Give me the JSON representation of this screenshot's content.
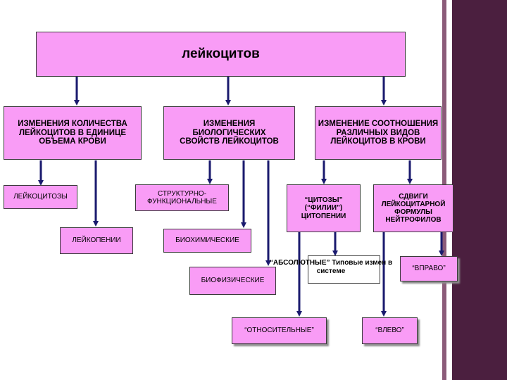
{
  "colors": {
    "box_fill": "#f99cf6",
    "arrow": "#1a1a6e",
    "stripe_dark": "#4b1f3f",
    "stripe_light": "#8b5b79"
  },
  "diagram": {
    "top": "лейкоцитов",
    "level1": {
      "quantity": "ИЗМЕНЕНИЯ КОЛИЧЕСТВА ЛЕЙКОЦИТОВ В ЕДИНИЦЕ ОБЪЕМА КРОВИ",
      "bio": "ИЗМЕНЕНИЯ БИОЛОГИЧЕСКИХ СВОЙСТВ ЛЕЙКОЦИТОВ",
      "ratio": "ИЗМЕНЕНИЕ СООТНОШЕНИЯ РАЗЛИЧНЫХ ВИДОВ ЛЕЙКОЦИТОВ В КРОВИ"
    },
    "leukocytosis": "ЛЕЙКОЦИТОЗЫ",
    "leukopenia": "ЛЕЙКОПЕНИИ",
    "structural": "СТРУКТУРНО-ФУНКЦИОНАЛЬНЫЕ",
    "biochemical": "БИОХИМИЧЕСКИЕ",
    "biophysical": "БИОФИЗИЧЕСКИЕ",
    "cytoses": "“ЦИТОЗЫ” (“ФИЛИИ”) ЦИТОПЕНИИ",
    "shifts": "СДВИГИ ЛЕЙКОЦИТАРНОЙ ФОРМУЛЫ НЕЙТРОФИЛОВ",
    "absolute": "“АБСОЛЮТНЫЕ” Типовые измен в системе",
    "relative": "“ОТНОСИТЕЛЬНЫЕ”",
    "right": "“ВПРАВО”",
    "left": "“ВЛЕВО”"
  }
}
